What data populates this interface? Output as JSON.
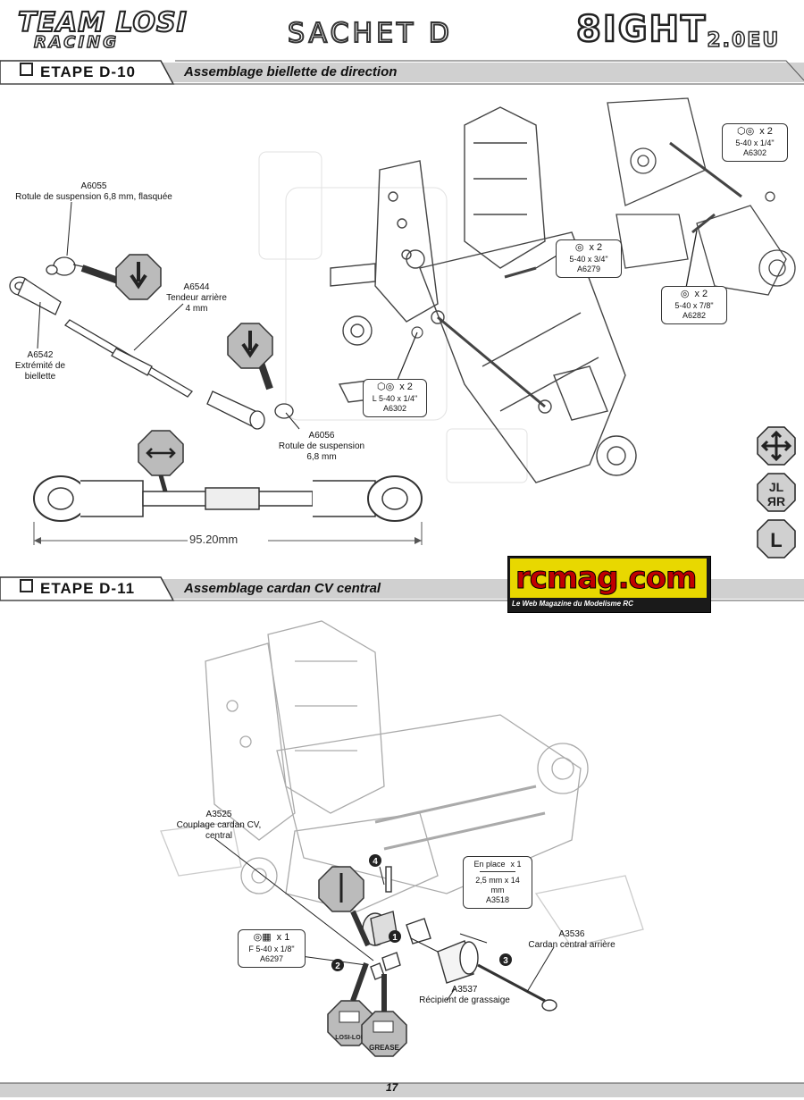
{
  "header": {
    "brand_team": "TEAM LOSI",
    "brand_racing": "RACING",
    "sachet": "SACHET D",
    "model": "8IGHT",
    "model_suffix": "2.0EU"
  },
  "step_d10": {
    "label": "ETAPE D-10",
    "title": "Assemblage biellette de direction",
    "parts": {
      "a6055_code": "A6055",
      "a6055_desc": "Rotule de suspension 6,8 mm, flasquée",
      "a6544_code": "A6544",
      "a6544_desc1": "Tendeur arrière",
      "a6544_desc2": "4 mm",
      "a6542_code": "A6542",
      "a6542_desc1": "Extrémité de",
      "a6542_desc2": "biellette",
      "a6056_code": "A6056",
      "a6056_desc1": "Rotule de suspension",
      "a6056_desc2": "6,8 mm"
    },
    "dimension": "95.20mm",
    "hardware": [
      {
        "qty": "x 2",
        "size": "5-40 x 1/4\"",
        "code": "A6302"
      },
      {
        "qty": "x 2",
        "size": "5-40 x 3/4\"",
        "code": "A6279"
      },
      {
        "qty": "x 2",
        "size": "5-40 x 7/8\"",
        "code": "A6282"
      },
      {
        "qty": "x 2",
        "size": "L 5-40 x 1/4\"",
        "code": "A6302"
      }
    ],
    "side_icons": [
      "move-icon",
      "mirror-icon",
      "L"
    ]
  },
  "step_d11": {
    "label": "ETAPE D-11",
    "title": "Assemblage cardan CV central",
    "parts": {
      "a3525_code": "A3525",
      "a3525_desc1": "Couplage cardan CV,",
      "a3525_desc2": "central",
      "a3536_code": "A3536",
      "a3536_desc": "Cardan central arrière",
      "a3537_code": "A3537",
      "a3537_desc": "Récipient de grassaige"
    },
    "hardware": [
      {
        "qty": "x 1",
        "size": "F 5-40 x 1/8\"",
        "code": "A6297"
      },
      {
        "qty": "x 1",
        "title": "En place",
        "size": "2,5 mm x 14 mm",
        "code": "A3518"
      }
    ],
    "callouts": [
      "1",
      "2",
      "3",
      "4"
    ],
    "losilok": "LOSI-LOK",
    "grease": "GREASE"
  },
  "watermark": {
    "brand": "rcmag.com",
    "tagline": "Le Web Magazine du Modelisme RC"
  },
  "footer": {
    "page": "17"
  },
  "colors": {
    "bar": "#c8c8c8",
    "dark": "#222222",
    "drawing": "#9a9a9a",
    "rcmag_yellow": "#e8d800",
    "rcmag_red": "#c00000"
  }
}
